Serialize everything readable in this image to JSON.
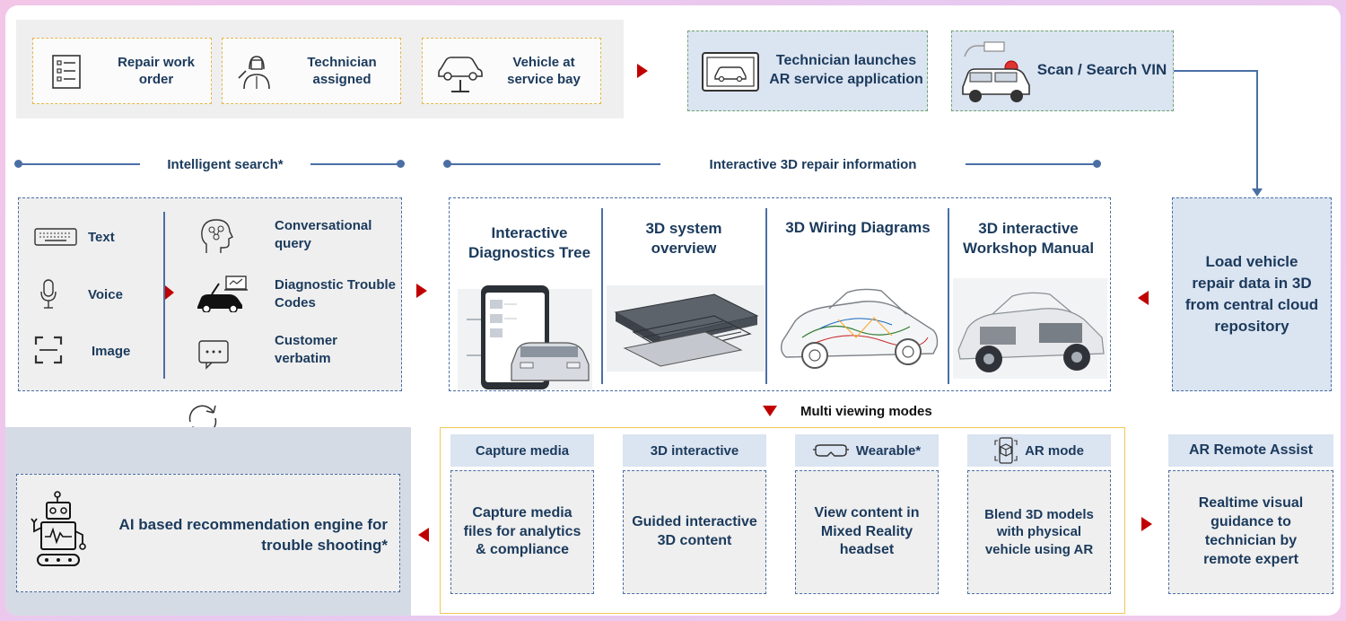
{
  "top_row": {
    "repair_work_order": "Repair work order",
    "technician_assigned": "Technician assigned",
    "vehicle_at_service_bay": "Vehicle at service bay",
    "launch_ar": "Technician launches AR service application",
    "scan_vin": "Scan / Search VIN"
  },
  "section_labels": {
    "intelligent_search": "Intelligent search*",
    "interactive_3d": "Interactive 3D repair information",
    "multi_viewing": "Multi viewing modes"
  },
  "search_inputs": [
    {
      "label": "Text",
      "icon": "keyboard-icon"
    },
    {
      "label": "Voice",
      "icon": "microphone-icon"
    },
    {
      "label": "Image",
      "icon": "scan-frame-icon"
    }
  ],
  "search_outputs": [
    {
      "label": "Conversational query",
      "icon": "head-brain-icon"
    },
    {
      "label": "Diagnostic Trouble Codes",
      "icon": "car-laptop-icon"
    },
    {
      "label": "Customer verbatim",
      "icon": "chat-bubble-icon"
    }
  ],
  "repair_info": [
    {
      "title": "Interactive Diagnostics Tree"
    },
    {
      "title": "3D system overview"
    },
    {
      "title": "3D Wiring Diagrams"
    },
    {
      "title": "3D interactive Workshop Manual"
    }
  ],
  "load_vehicle": "Load vehicle repair data in 3D from central cloud repository",
  "ai_engine": "AI based recommendation engine for trouble shooting*",
  "viewing_modes": [
    {
      "tab": "Capture media",
      "body": "Capture media files for analytics & compliance"
    },
    {
      "tab": "3D interactive",
      "body": "Guided interactive 3D content"
    },
    {
      "tab": "Wearable*",
      "body": "View content in Mixed Reality headset"
    },
    {
      "tab": "AR mode",
      "body": "Blend 3D models with physical vehicle using AR"
    }
  ],
  "remote_assist": {
    "tab": "AR Remote Assist",
    "body": "Realtime visual guidance to technician by remote expert"
  },
  "colors": {
    "accent_red": "#c00000",
    "navy": "#1b3a5c",
    "light_blue": "#dbe4f1",
    "gray_panel": "#eeeeee"
  }
}
